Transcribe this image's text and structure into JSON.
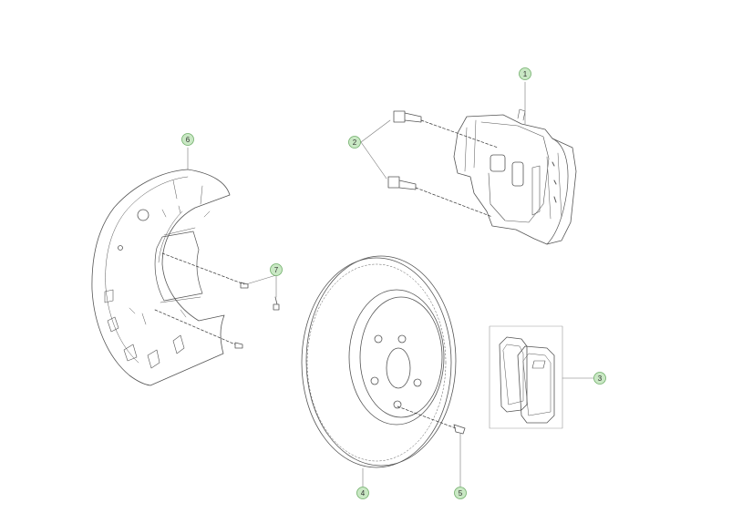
{
  "diagram": {
    "callouts": [
      {
        "id": "1",
        "label": "1",
        "part": "caliper"
      },
      {
        "id": "2",
        "label": "2",
        "part": "caliper-bolts"
      },
      {
        "id": "3",
        "label": "3",
        "part": "brake-pads"
      },
      {
        "id": "4",
        "label": "4",
        "part": "brake-disc"
      },
      {
        "id": "5",
        "label": "5",
        "part": "disc-screw"
      },
      {
        "id": "6",
        "label": "6",
        "part": "dust-shield"
      },
      {
        "id": "7",
        "label": "7",
        "part": "dust-shield-screws"
      }
    ],
    "colors": {
      "callout_fill": "#c9e8c4",
      "callout_stroke": "#6fae68",
      "line": "#555555",
      "dash": "#333333"
    }
  }
}
